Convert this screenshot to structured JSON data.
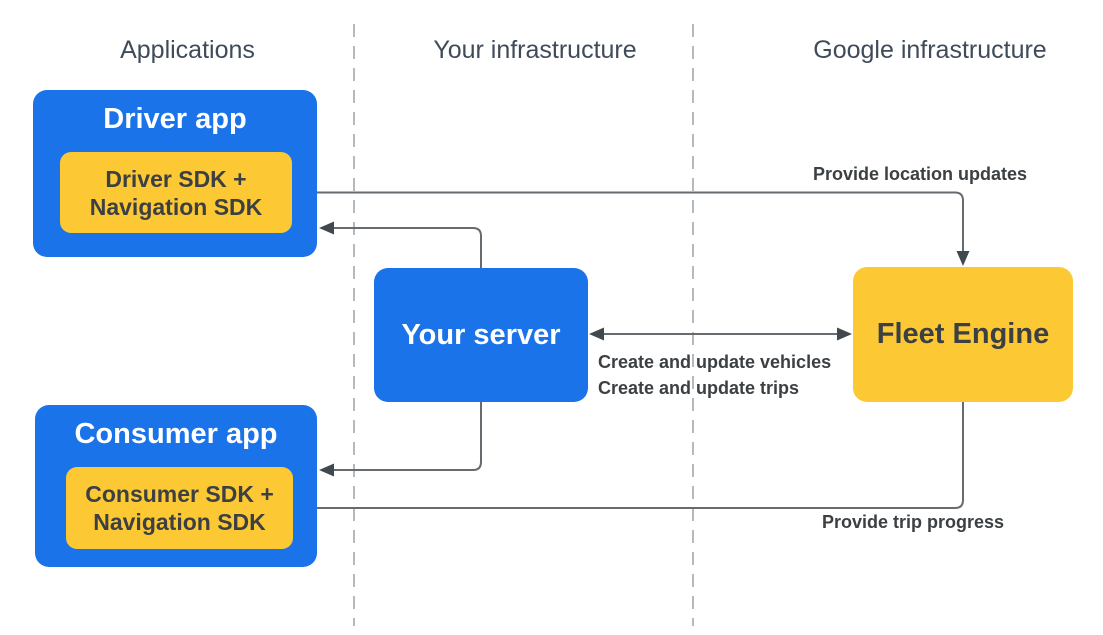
{
  "columns": [
    {
      "id": "applications",
      "label": "Applications"
    },
    {
      "id": "your-infrastructure",
      "label": "Your infrastructure"
    },
    {
      "id": "google-infrastructure",
      "label": "Google infrastructure"
    }
  ],
  "nodes": {
    "driver_app": {
      "title": "Driver app",
      "sdk_lines": [
        "Driver SDK +",
        "Navigation SDK"
      ]
    },
    "consumer_app": {
      "title": "Consumer app",
      "sdk_lines": [
        "Consumer SDK +",
        "Navigation SDK"
      ]
    },
    "your_server": {
      "title": "Your server"
    },
    "fleet_engine": {
      "title": "Fleet Engine"
    }
  },
  "edges": {
    "location_updates": {
      "label": "Provide location updates"
    },
    "server_fleet": {
      "labels": [
        "Create and update vehicles",
        "Create and update trips"
      ]
    },
    "trip_progress": {
      "label": "Provide trip progress"
    }
  },
  "colors": {
    "blue": "#1a73e8",
    "yellow": "#fcc934",
    "dark_text": "#3c4043",
    "header_text": "#404b5a",
    "white_text": "#ffffff",
    "line": "#666b70",
    "arrow": "#414950",
    "dashed_line": "#a5a8ac"
  }
}
